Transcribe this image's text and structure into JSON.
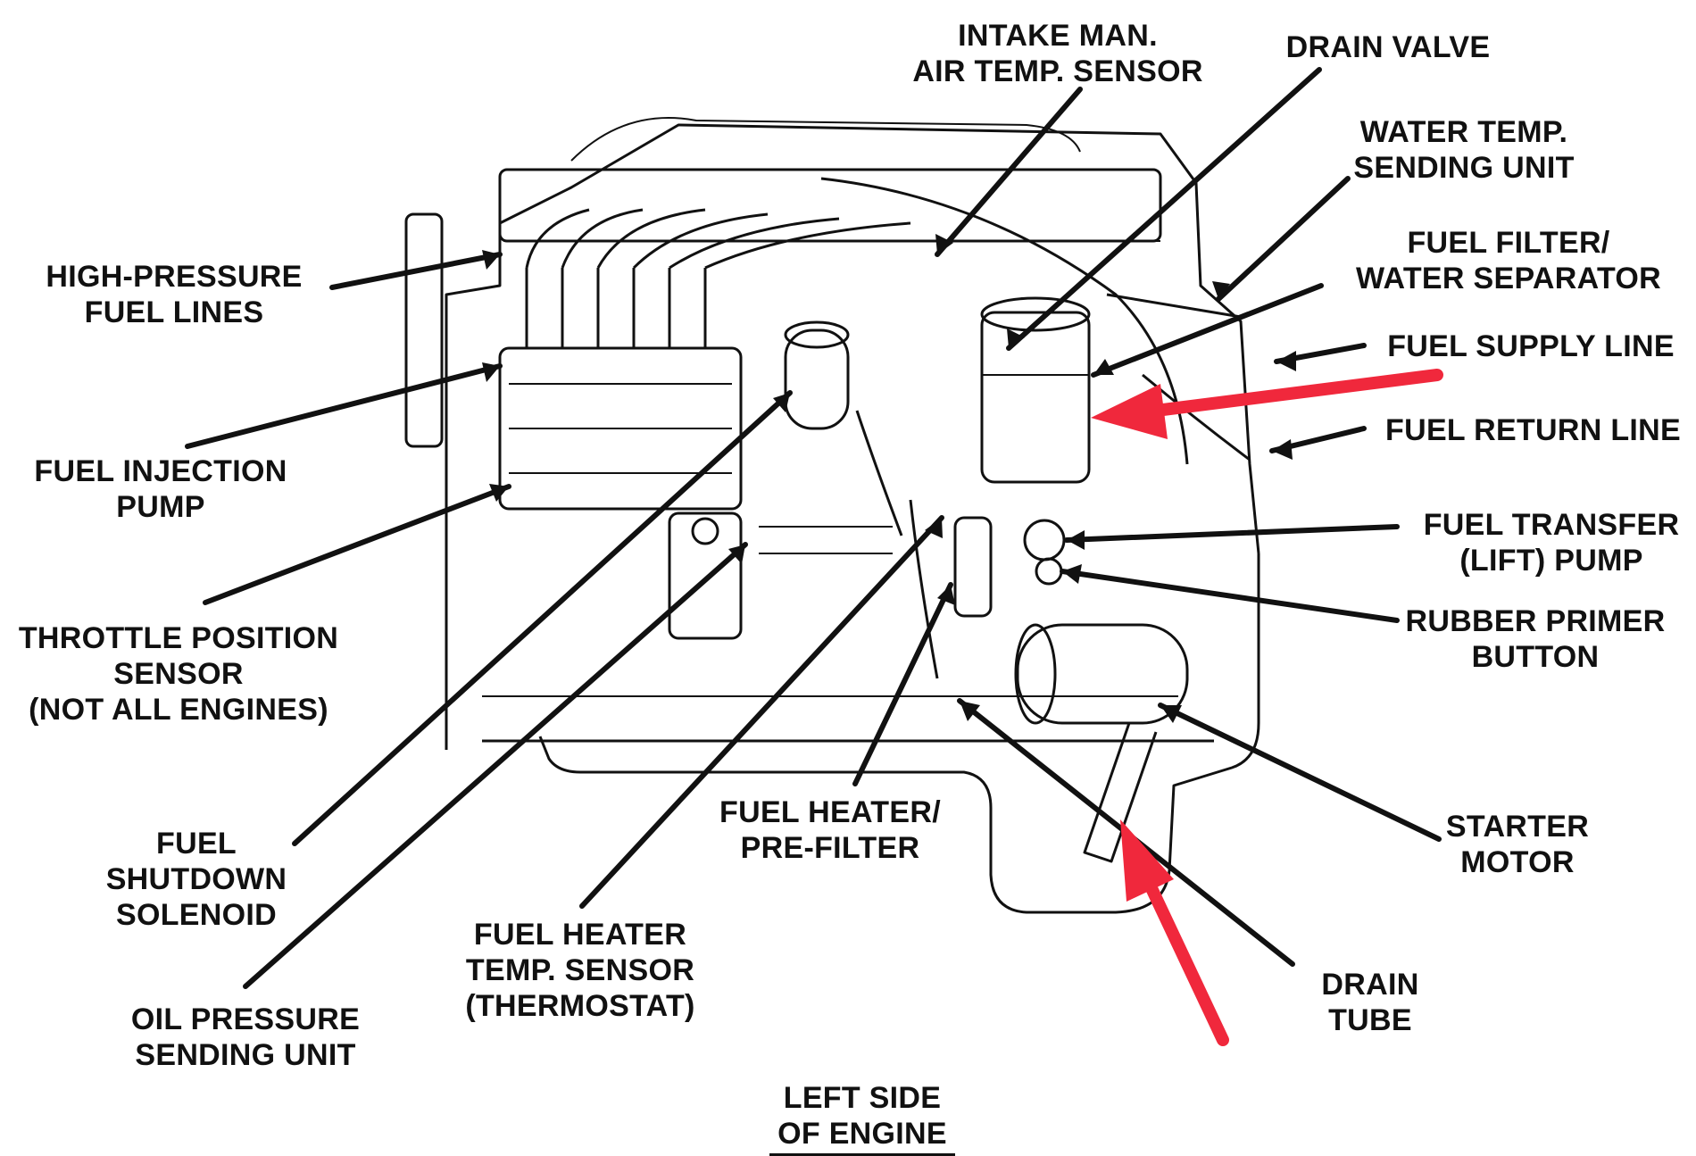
{
  "labels": {
    "intake_air_temp": "INTAKE MAN.\nAIR TEMP. SENSOR",
    "drain_valve": "DRAIN VALVE",
    "water_temp": "WATER TEMP.\nSENDING UNIT",
    "fuel_filter": "FUEL FILTER/\nWATER SEPARATOR",
    "fuel_supply": "FUEL SUPPLY LINE",
    "fuel_return": "FUEL RETURN LINE",
    "fuel_transfer": "FUEL TRANSFER\n(LIFT) PUMP",
    "primer_button": "RUBBER PRIMER\nBUTTON",
    "starter_motor": "STARTER\nMOTOR",
    "drain_tube": "DRAIN\nTUBE",
    "fuel_heater": "FUEL HEATER/\nPRE-FILTER",
    "fuel_heater_temp": "FUEL HEATER\nTEMP. SENSOR\n(THERMOSTAT)",
    "oil_pressure": "OIL PRESSURE\nSENDING UNIT",
    "shutdown_solenoid": "FUEL\nSHUTDOWN\nSOLENOID",
    "throttle_sensor": "THROTTLE POSITION\nSENSOR\n(NOT ALL ENGINES)",
    "injection_pump": "FUEL INJECTION\nPUMP",
    "high_pressure_lines": "HIGH-PRESSURE\nFUEL LINES",
    "caption": "LEFT SIDE\nOF ENGINE"
  },
  "colors": {
    "ink": "#111111",
    "highlight_arrow": "#f0283c"
  }
}
